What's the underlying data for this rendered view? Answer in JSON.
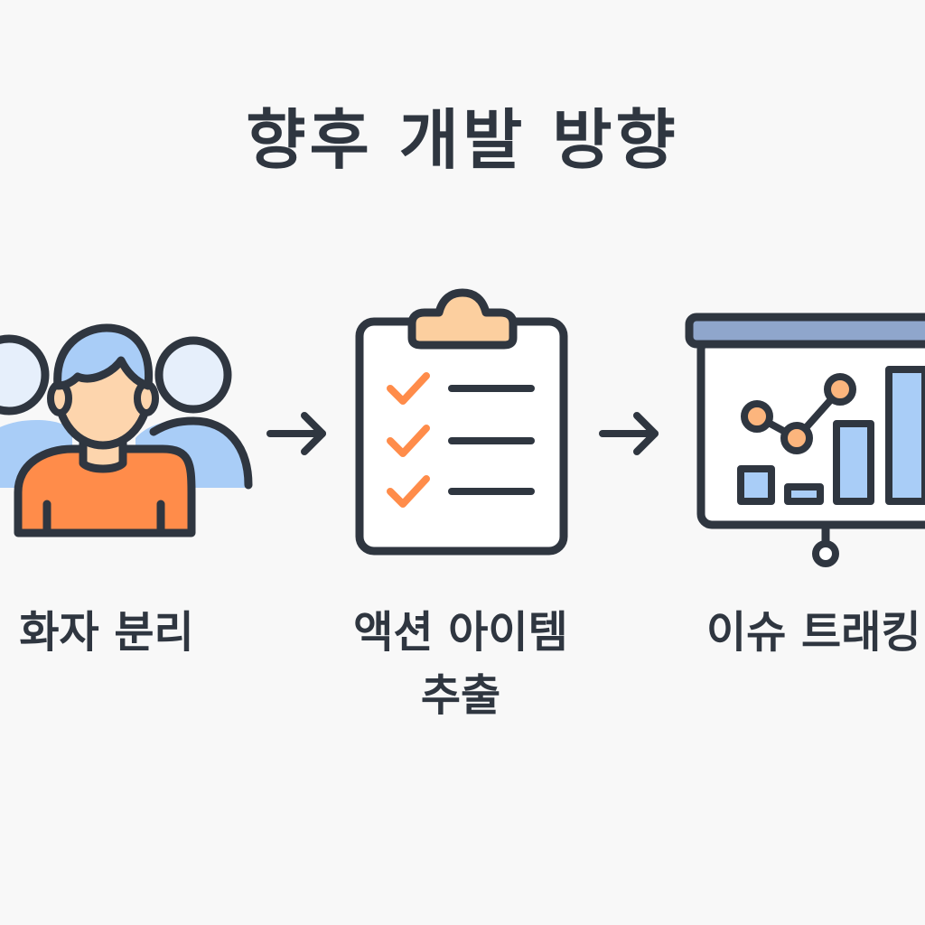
{
  "diagram": {
    "title": "향후 개발 방향",
    "steps": [
      {
        "label": "화자 분리",
        "icon": "people-icon"
      },
      {
        "label_line1": "액션 아이템",
        "label_line2": "추출",
        "icon": "clipboard-checklist-icon"
      },
      {
        "label": "이슈 트래킹",
        "icon": "presentation-chart-icon"
      }
    ],
    "colors": {
      "outline": "#2f3640",
      "accent_orange": "#ff8c4a",
      "skin": "#fdd5ad",
      "light_blue": "#a9cdf7",
      "pale_blue": "#e6effb",
      "clip": "#fccf9f",
      "board_bar": "#8fa6cc",
      "background": "#f8f8f8"
    }
  }
}
